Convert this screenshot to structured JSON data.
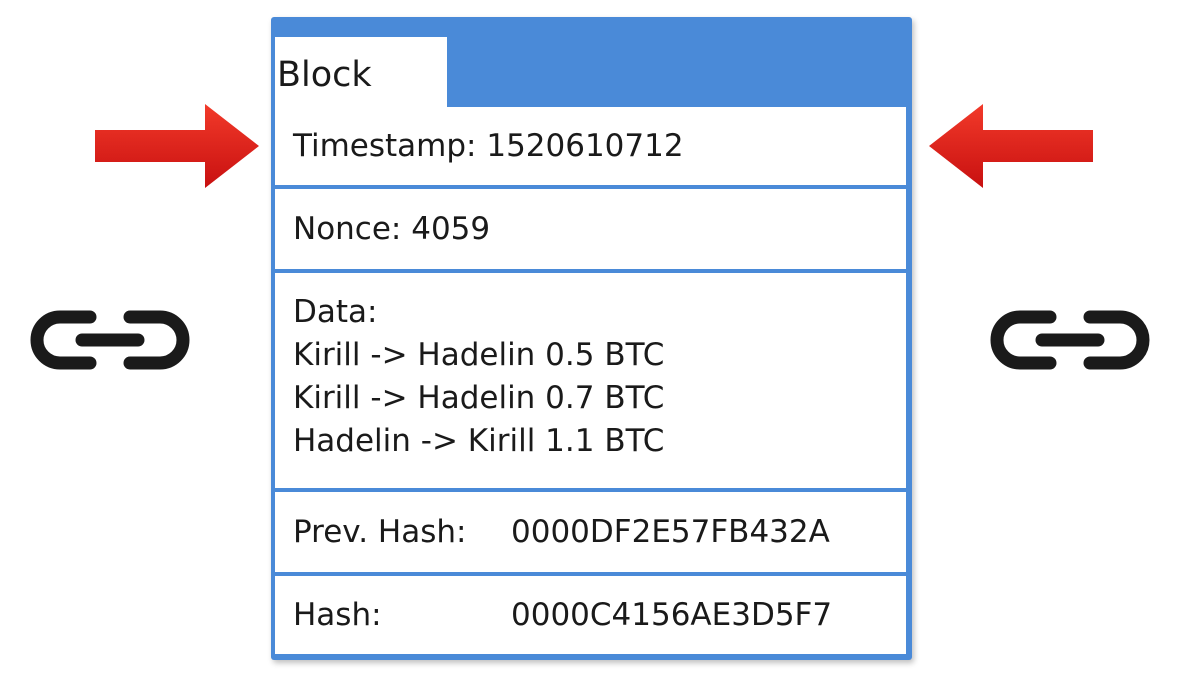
{
  "block": {
    "title": "Block",
    "timestamp": "Timestamp: 1520610712",
    "nonce": "Nonce: 4059",
    "data_label": "Data:",
    "data_lines": [
      "Kirill -> Hadelin 0.5 BTC",
      "Kirill -> Hadelin 0.7 BTC",
      "Hadelin -> Kirill 1.1 BTC"
    ],
    "prev_hash_label": "Prev. Hash:",
    "prev_hash_value": "0000DF2E57FB432A",
    "hash_label": "Hash:",
    "hash_value": "0000C4156AE3D5F7"
  },
  "icons": [
    "arrow-right-icon",
    "arrow-left-icon",
    "chain-link-icon"
  ],
  "colors": {
    "block_border": "#4a8ad8",
    "arrow": "#e81c1c",
    "chain": "#1a1a1a"
  }
}
